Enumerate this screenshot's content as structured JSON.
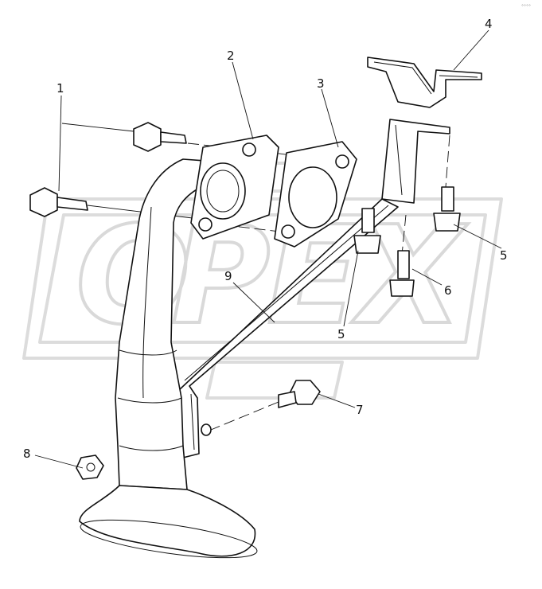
{
  "watermark": {
    "letters": [
      "O",
      "P",
      "E",
      "X"
    ]
  },
  "corner_mark": "°°°°",
  "callouts": [
    {
      "label": "1",
      "name": "bolt-flange-upper"
    },
    {
      "label": "2",
      "name": "oil-pickup-tube"
    },
    {
      "label": "3",
      "name": "gasket"
    },
    {
      "label": "4",
      "name": "mounting-bracket"
    },
    {
      "label": "5",
      "name": "flange-bolt-right"
    },
    {
      "label": "6",
      "name": "bolt-bracket"
    },
    {
      "label": "5",
      "name": "flange-bolt-lower"
    },
    {
      "label": "7",
      "name": "bolt-strap"
    },
    {
      "label": "8",
      "name": "flange-nut"
    },
    {
      "label": "9",
      "name": "support-strap"
    }
  ]
}
